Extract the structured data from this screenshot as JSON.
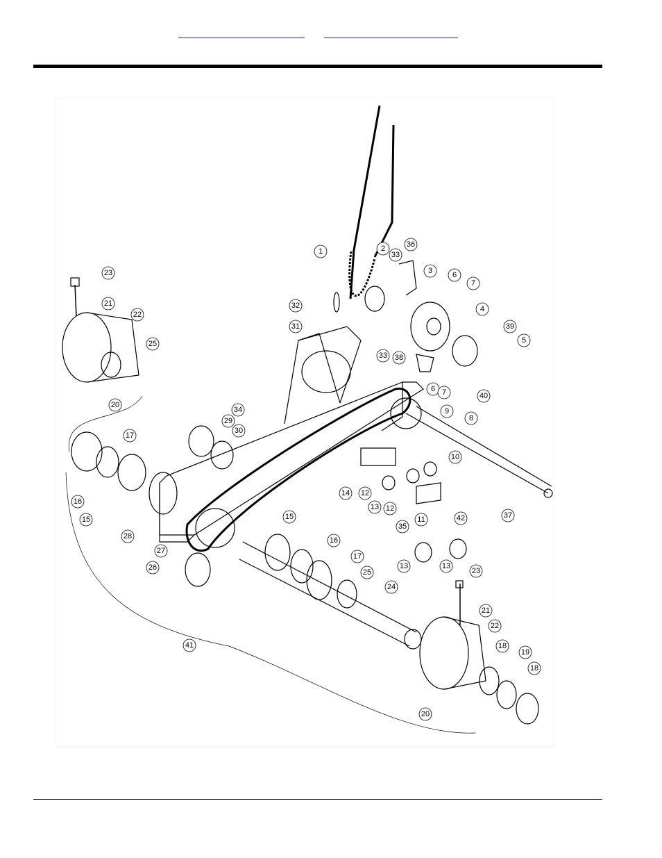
{
  "header": {
    "links": [
      "",
      ""
    ]
  },
  "callouts": [
    "1",
    "2",
    "33",
    "36",
    "3",
    "6",
    "7",
    "4",
    "39",
    "5",
    "33",
    "38",
    "6",
    "7",
    "40",
    "23",
    "21",
    "22",
    "25",
    "20",
    "32",
    "31",
    "34",
    "29",
    "30",
    "9",
    "8",
    "10",
    "17",
    "16",
    "15",
    "14",
    "12",
    "13",
    "12",
    "35",
    "11",
    "37",
    "28",
    "27",
    "26",
    "15",
    "16",
    "17",
    "25",
    "24",
    "42",
    "13",
    "13",
    "23",
    "21",
    "22",
    "18",
    "19",
    "18",
    "20",
    "41"
  ]
}
